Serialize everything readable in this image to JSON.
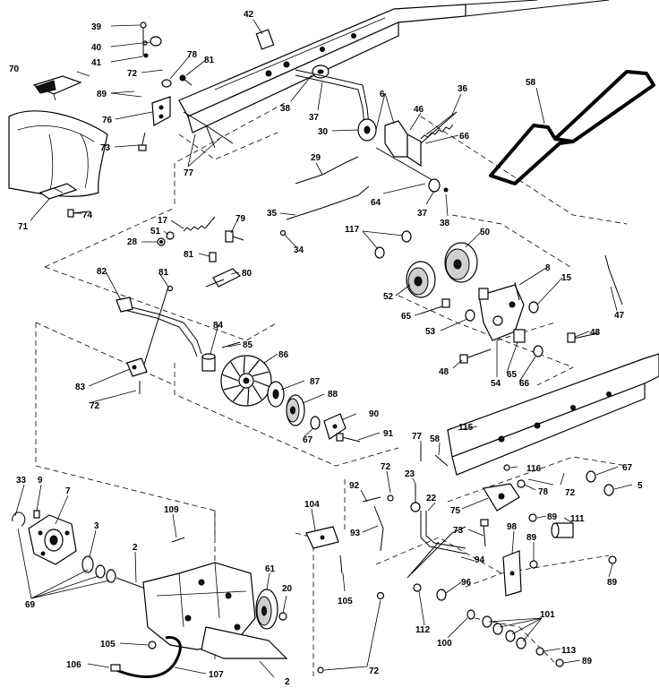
{
  "diagram": {
    "callouts": [
      {
        "id": "c39",
        "text": "39"
      },
      {
        "id": "c40",
        "text": "40"
      },
      {
        "id": "c41",
        "text": "41"
      },
      {
        "id": "c42",
        "text": "42"
      },
      {
        "id": "c70",
        "text": "70"
      },
      {
        "id": "c72a",
        "text": "72"
      },
      {
        "id": "c78a",
        "text": "78"
      },
      {
        "id": "c81a",
        "text": "81"
      },
      {
        "id": "c89a",
        "text": "89"
      },
      {
        "id": "c76a",
        "text": "76"
      },
      {
        "id": "c73a",
        "text": "73"
      },
      {
        "id": "c77a",
        "text": "77"
      },
      {
        "id": "c38a",
        "text": "38"
      },
      {
        "id": "c37a",
        "text": "37"
      },
      {
        "id": "c6",
        "text": "6"
      },
      {
        "id": "c36",
        "text": "36"
      },
      {
        "id": "c30",
        "text": "30"
      },
      {
        "id": "c46",
        "text": "46"
      },
      {
        "id": "c66a",
        "text": "66"
      },
      {
        "id": "c58",
        "text": "58"
      },
      {
        "id": "c29",
        "text": "29"
      },
      {
        "id": "c64a",
        "text": "64"
      },
      {
        "id": "c37b",
        "text": "37"
      },
      {
        "id": "c38b",
        "text": "38"
      },
      {
        "id": "c71",
        "text": "71"
      },
      {
        "id": "c74",
        "text": "74"
      },
      {
        "id": "c17",
        "text": "17"
      },
      {
        "id": "c79",
        "text": "79"
      },
      {
        "id": "c35",
        "text": "35"
      },
      {
        "id": "c51",
        "text": "51"
      },
      {
        "id": "c28",
        "text": "28"
      },
      {
        "id": "c34",
        "text": "34"
      },
      {
        "id": "c117",
        "text": "117"
      },
      {
        "id": "c50",
        "text": "50"
      },
      {
        "id": "c81b",
        "text": "81"
      },
      {
        "id": "c80",
        "text": "80"
      },
      {
        "id": "c82",
        "text": "82"
      },
      {
        "id": "c81c",
        "text": "81"
      },
      {
        "id": "c8",
        "text": "8"
      },
      {
        "id": "c15",
        "text": "15"
      },
      {
        "id": "c47",
        "text": "47"
      },
      {
        "id": "c52",
        "text": "52"
      },
      {
        "id": "c65a",
        "text": "65"
      },
      {
        "id": "c53",
        "text": "53"
      },
      {
        "id": "c84",
        "text": "84"
      },
      {
        "id": "c85",
        "text": "85"
      },
      {
        "id": "c86",
        "text": "86"
      },
      {
        "id": "c48a",
        "text": "48"
      },
      {
        "id": "c48b",
        "text": "48"
      },
      {
        "id": "c65b",
        "text": "65"
      },
      {
        "id": "c66b",
        "text": "66"
      },
      {
        "id": "c54",
        "text": "54"
      },
      {
        "id": "c83",
        "text": "83"
      },
      {
        "id": "c72b",
        "text": "72"
      },
      {
        "id": "c87a",
        "text": "87"
      },
      {
        "id": "c88",
        "text": "88"
      },
      {
        "id": "c90",
        "text": "90"
      },
      {
        "id": "c67a",
        "text": "67"
      },
      {
        "id": "c91",
        "text": "91"
      },
      {
        "id": "c115",
        "text": "115"
      },
      {
        "id": "c77b",
        "text": "77"
      },
      {
        "id": "c58b",
        "text": "58"
      },
      {
        "id": "c116",
        "text": "116"
      },
      {
        "id": "c78b",
        "text": "78"
      },
      {
        "id": "c72c",
        "text": "72"
      },
      {
        "id": "c67b",
        "text": "67"
      },
      {
        "id": "c5",
        "text": "5"
      },
      {
        "id": "c72d",
        "text": "72"
      },
      {
        "id": "c92",
        "text": "92"
      },
      {
        "id": "c23",
        "text": "23"
      },
      {
        "id": "c22",
        "text": "22"
      },
      {
        "id": "c75",
        "text": "75"
      },
      {
        "id": "c73b",
        "text": "73"
      },
      {
        "id": "c89b",
        "text": "89"
      },
      {
        "id": "c111",
        "text": "111"
      },
      {
        "id": "c33",
        "text": "33"
      },
      {
        "id": "c9",
        "text": "9"
      },
      {
        "id": "c7",
        "text": "7"
      },
      {
        "id": "c109",
        "text": "109"
      },
      {
        "id": "c104",
        "text": "104"
      },
      {
        "id": "c93",
        "text": "93"
      },
      {
        "id": "c98",
        "text": "98"
      },
      {
        "id": "c89c",
        "text": "89"
      },
      {
        "id": "c3",
        "text": "3"
      },
      {
        "id": "c2a",
        "text": "2"
      },
      {
        "id": "c94",
        "text": "94"
      },
      {
        "id": "c61",
        "text": "61"
      },
      {
        "id": "c69",
        "text": "69"
      },
      {
        "id": "c20",
        "text": "20"
      },
      {
        "id": "c105a",
        "text": "105"
      },
      {
        "id": "c96",
        "text": "96"
      },
      {
        "id": "c89d",
        "text": "89"
      },
      {
        "id": "c112",
        "text": "112"
      },
      {
        "id": "c101",
        "text": "101"
      },
      {
        "id": "c100",
        "text": "100"
      },
      {
        "id": "c105b",
        "text": "105"
      },
      {
        "id": "c113",
        "text": "113"
      },
      {
        "id": "c106",
        "text": "106"
      },
      {
        "id": "c107",
        "text": "107"
      },
      {
        "id": "c2b",
        "text": "2"
      },
      {
        "id": "c72e",
        "text": "72"
      },
      {
        "id": "c89e",
        "text": "89"
      }
    ]
  }
}
